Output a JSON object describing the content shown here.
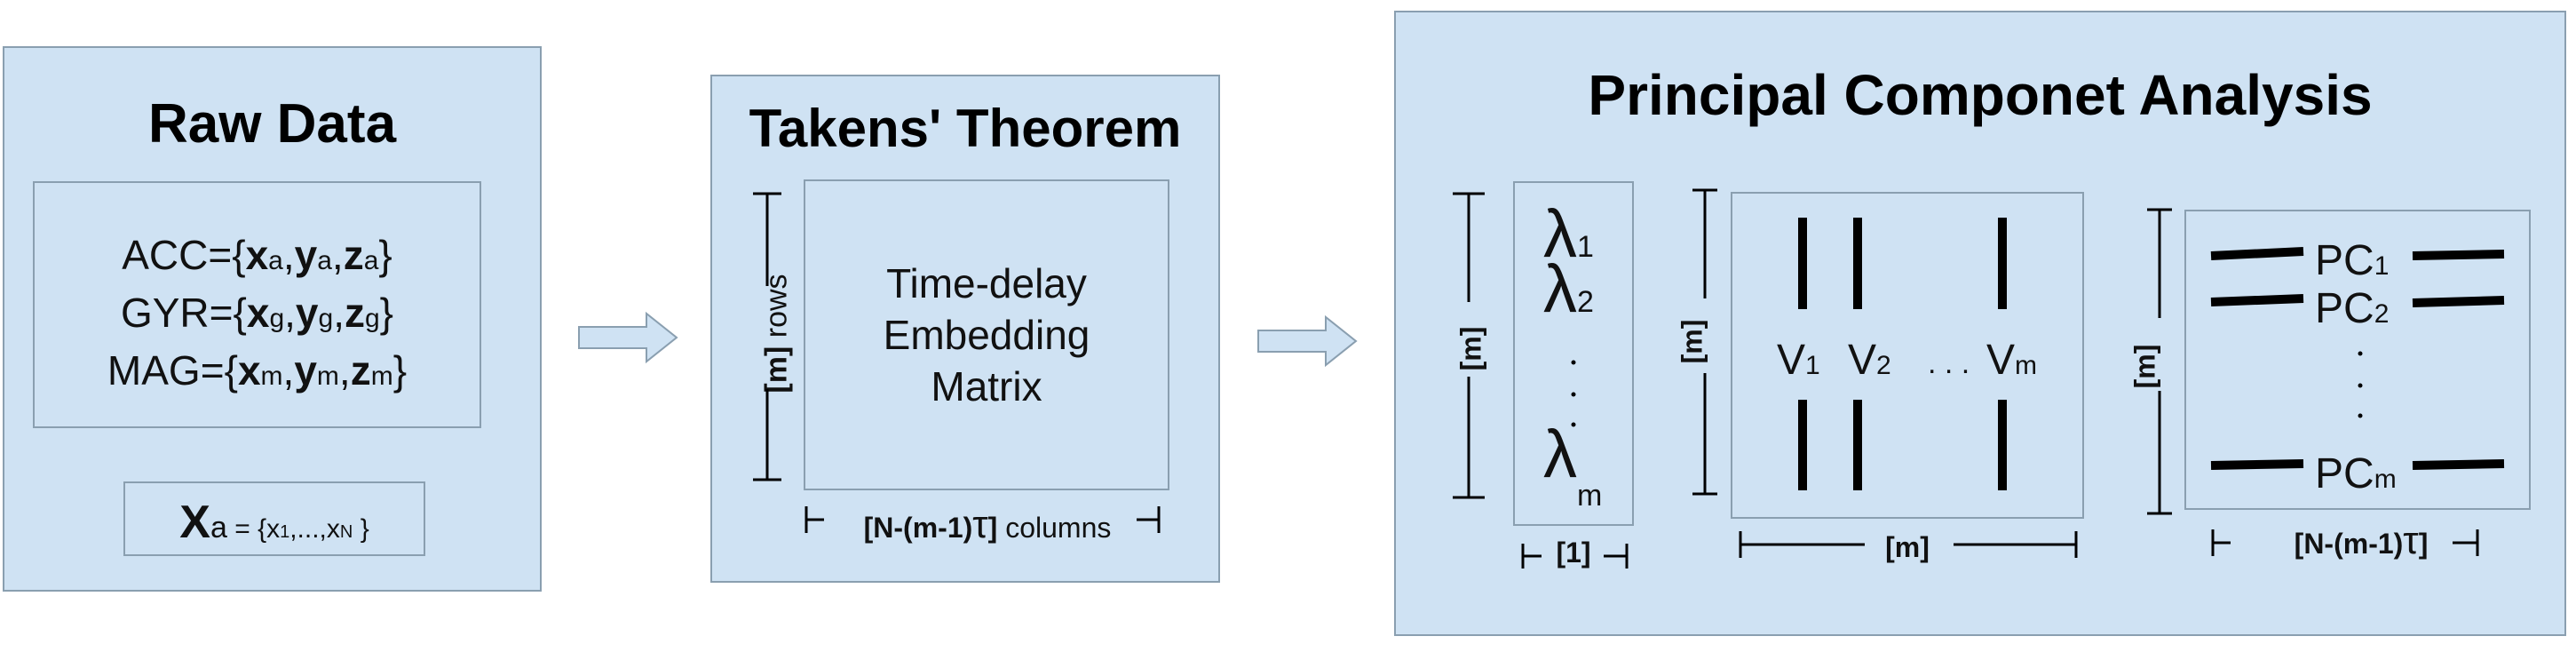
{
  "raw_data": {
    "title": "Raw Data",
    "sensors": [
      {
        "name": "ACC",
        "x": "x",
        "y": "y",
        "z": "z",
        "sub": "a"
      },
      {
        "name": "GYR",
        "x": "x",
        "y": "y",
        "z": "z",
        "sub": "g"
      },
      {
        "name": "MAG",
        "x": "x",
        "y": "y",
        "z": "z",
        "sub": "m"
      }
    ],
    "series": {
      "var": "X",
      "sub": "a",
      "def": "= {x",
      "first_sub": "1",
      "mid": ",...,x",
      "last_sub": "N",
      "close": "}"
    }
  },
  "takens": {
    "title": "Takens' Theorem",
    "matrix_lines": [
      "Time-delay",
      "Embedding",
      "Matrix"
    ],
    "rows_label_bold": "[m]",
    "rows_label": " rows",
    "cols_label_bold": "[N-(m-1)",
    "tau": "τ",
    "cols_label_close": "]",
    "cols_label": " columns"
  },
  "pca": {
    "title": "Principal Componet Analysis",
    "eigen_symbol": "λ",
    "eigen_subs": [
      "1",
      "2",
      "m"
    ],
    "eigen_dim_label": "[m]",
    "eigen_width_label": "[1]",
    "vectors": [
      {
        "name": "V",
        "sub": "1"
      },
      {
        "name": "V",
        "sub": "2"
      },
      {
        "name": "V",
        "sub": "m"
      }
    ],
    "vectors_ellipsis": ". . .",
    "vec_dim_label": "[m]",
    "vec_width_label": "[m]",
    "components": [
      {
        "name": "PC",
        "sub": "1"
      },
      {
        "name": "PC",
        "sub": "2"
      },
      {
        "name": "PC",
        "sub": "m"
      }
    ],
    "pc_dim_label": "[m]",
    "pc_width_label": "[N-(m-1)",
    "pc_width_tau": "τ",
    "pc_width_close": "]"
  },
  "colors": {
    "panel": "#cfe2f3",
    "border": "#8a9fb0",
    "arrow": "#cfe2f3"
  }
}
